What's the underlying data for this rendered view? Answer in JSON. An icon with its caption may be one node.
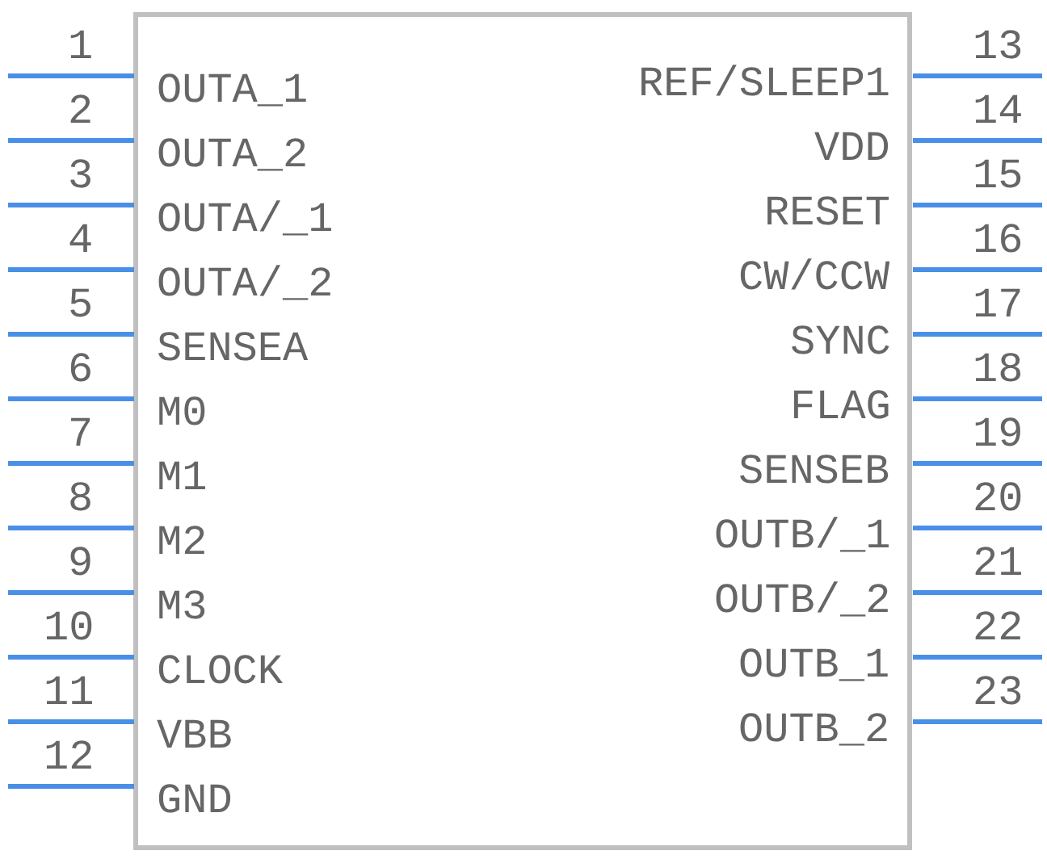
{
  "diagram": {
    "labels": [
      "1",
      "OUTA_1",
      "2",
      "OUTA_2",
      "3",
      "OUTA/_1",
      "4",
      "OUTA/_2",
      "5",
      "SENSEA",
      "6",
      "M0",
      "7",
      "M1",
      "8",
      "M2",
      "9",
      "M3",
      "10",
      "CLOCK",
      "11",
      "VBB",
      "12",
      "GND",
      "13",
      "REF/SLEEP1",
      "14",
      "VDD",
      "15",
      "RESET",
      "16",
      "CW/CCW",
      "17",
      "SYNC",
      "18",
      "FLAG",
      "19",
      "SENSEB",
      "20",
      "OUTB/_1",
      "21",
      "OUTB/_2",
      "22",
      "OUTB_1",
      "23",
      "OUTB_2"
    ]
  }
}
